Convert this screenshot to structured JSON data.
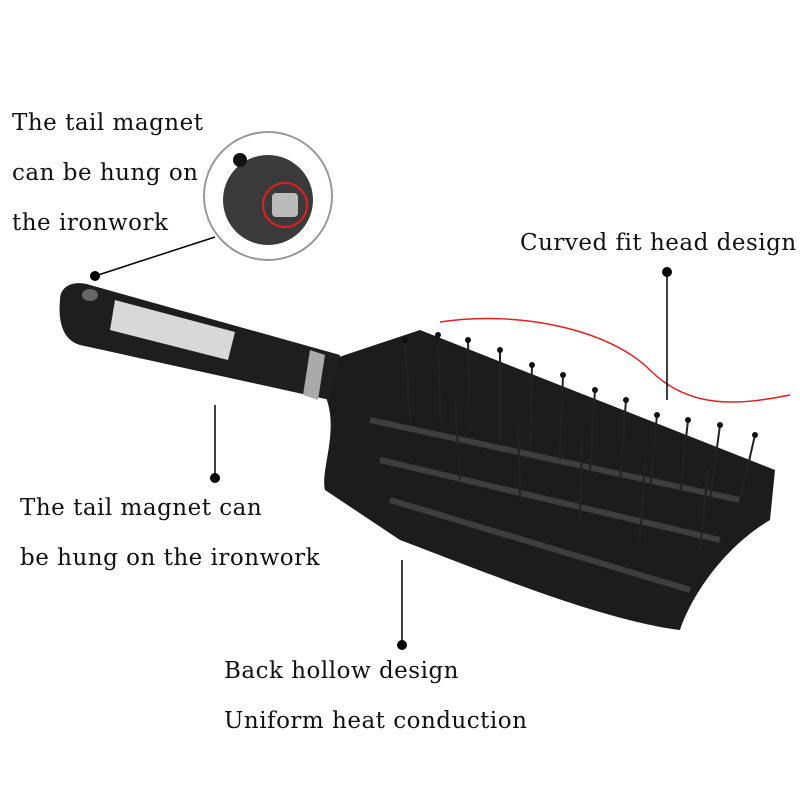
{
  "callouts": {
    "tail_magnet_top": [
      "The tail magnet",
      "can be hung on",
      "the ironwork"
    ],
    "curved_head": "Curved fit head design",
    "tail_magnet_bottom": [
      "The tail magnet can",
      "be hung on the ironwork"
    ],
    "back_hollow": [
      "Back hollow design",
      "Uniform heat conduction"
    ]
  },
  "colors": {
    "brush": "#1a1a1a",
    "accent_line": "#e02020",
    "callout_line": "#000000"
  }
}
